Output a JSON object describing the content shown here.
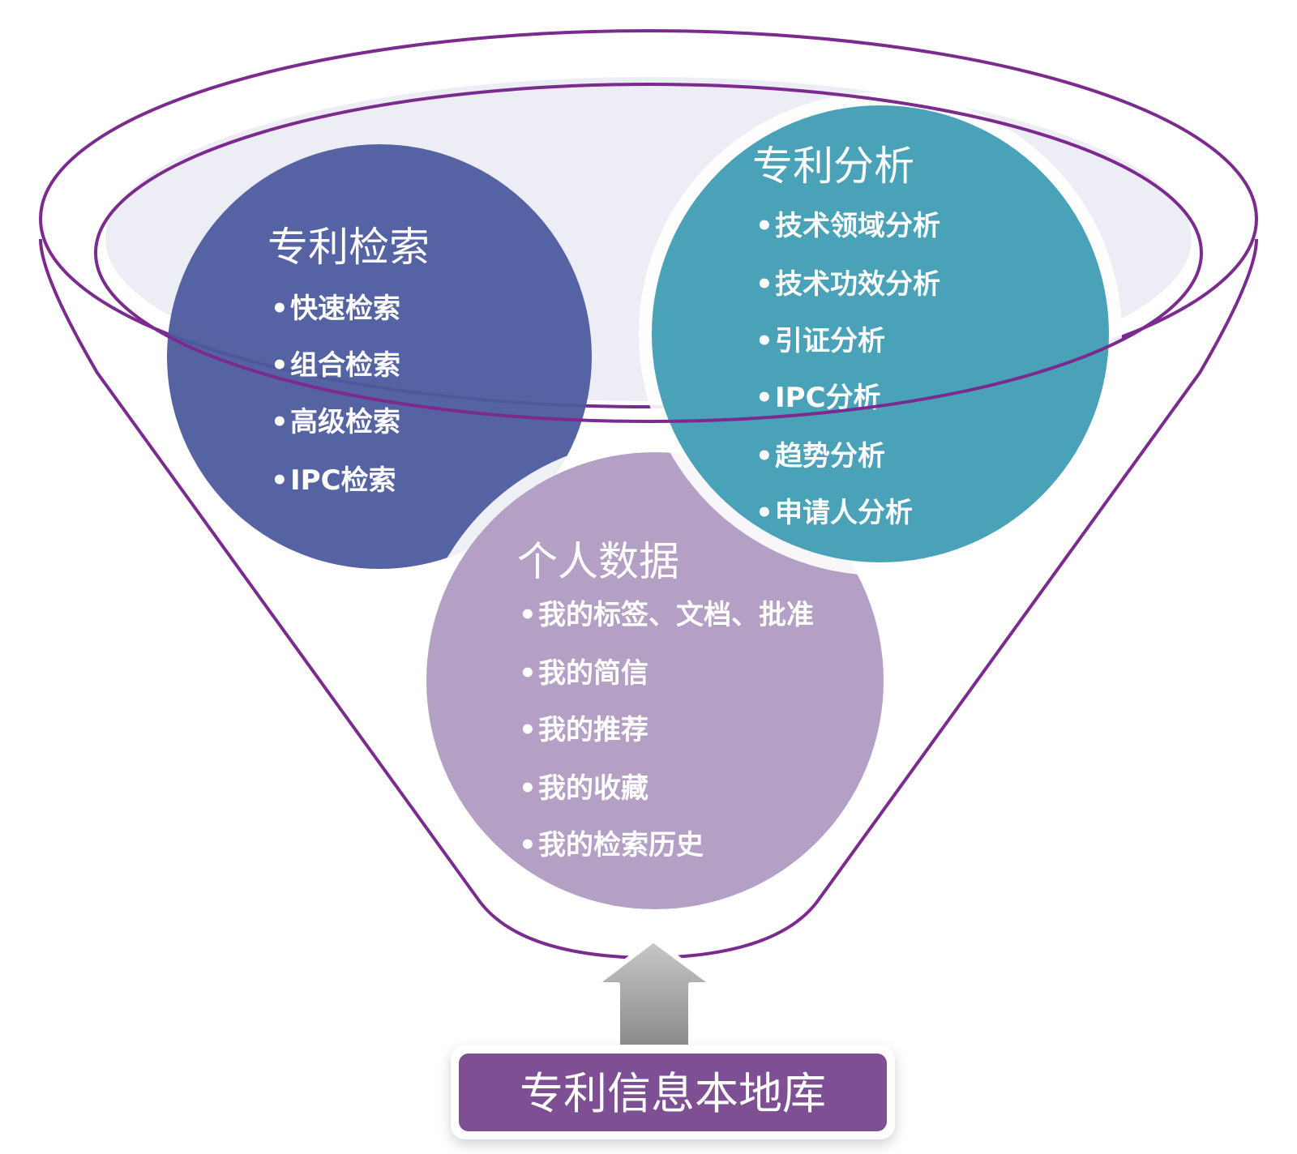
{
  "circles": {
    "search": {
      "title": "专利检索",
      "items": [
        "快速检索",
        "组合检索",
        "高级检索",
        "IPC检索"
      ],
      "color": "#4d5b9e"
    },
    "analysis": {
      "title": "专利分析",
      "items": [
        "技术领域分析",
        "技术功效分析",
        "引证分析",
        "IPC分析",
        "趋势分析",
        "申请人分析"
      ],
      "color": "#4aa2b9"
    },
    "personal": {
      "title": "个人数据",
      "items": [
        "我的标签、文档、批准",
        "我的简信",
        "我的推荐",
        "我的收藏",
        "我的检索历史"
      ],
      "color": "#b3a0c4"
    }
  },
  "base": {
    "label": "专利信息本地库",
    "color": "#7e4f92"
  },
  "funnel": {
    "outline_color": "#7b2a8e",
    "fill_color": "#e8e8f0",
    "arrow_color": "#9a9a9a"
  }
}
